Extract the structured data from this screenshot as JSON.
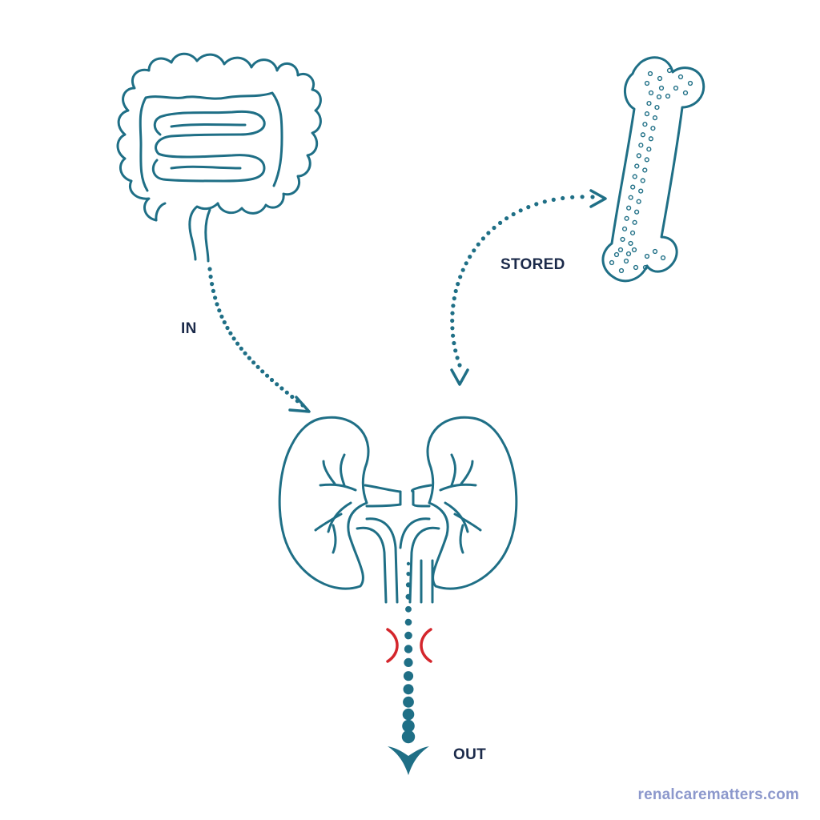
{
  "labels": {
    "in": "IN",
    "stored": "STORED",
    "out": "OUT"
  },
  "credit": "renalcarematters.com",
  "icons": {
    "intestine": "intestine-icon",
    "bone": "bone-icon",
    "kidneys": "kidneys-icon",
    "constriction": "constriction-icon",
    "out_arrow": "down-arrow-icon"
  },
  "colors": {
    "stroke": "#1f6f86",
    "label": "#1b2a4a",
    "constriction": "#d4262c",
    "credit": "#8c98cc",
    "background": "#ffffff"
  }
}
